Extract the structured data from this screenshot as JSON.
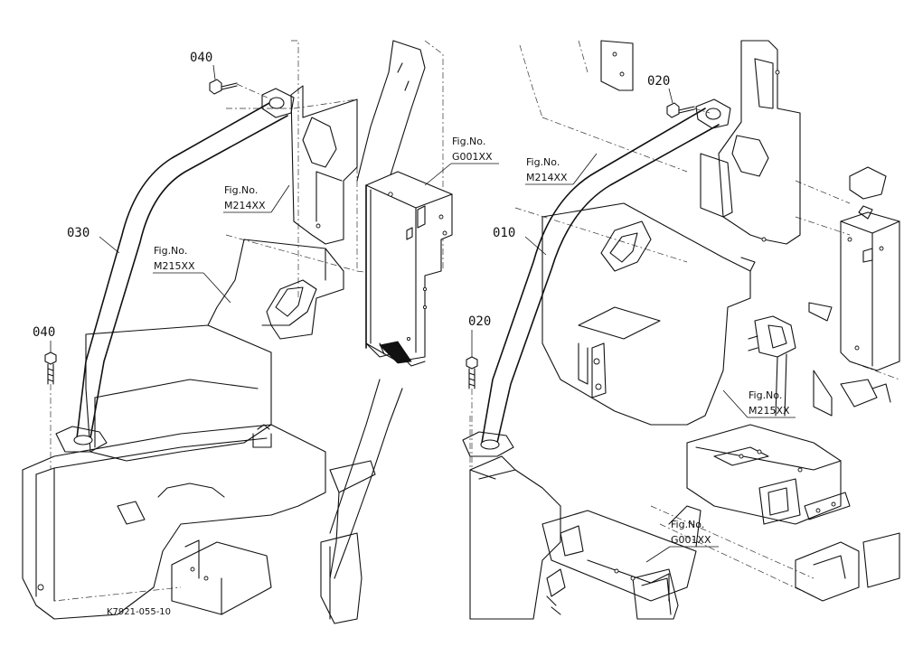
{
  "left_view": {
    "callouts": {
      "bolt_top": "040",
      "pipe": "030",
      "bolt_bottom": "040"
    },
    "refs": [
      {
        "prefix": "Fig.No.",
        "code": "M214XX"
      },
      {
        "prefix": "Fig.No.",
        "code": "M215XX"
      },
      {
        "prefix": "Fig.No.",
        "code": "G001XX"
      }
    ],
    "doc_id": "K7921-055-10"
  },
  "right_view": {
    "callouts": {
      "bolt_top": "020",
      "pipe": "010",
      "bolt_bottom": "020"
    },
    "refs": [
      {
        "prefix": "Fig.No.",
        "code": "M214XX"
      },
      {
        "prefix": "Fig.No.",
        "code": "M215XX"
      },
      {
        "prefix": "Fig.No.",
        "code": "G001XX"
      }
    ]
  }
}
